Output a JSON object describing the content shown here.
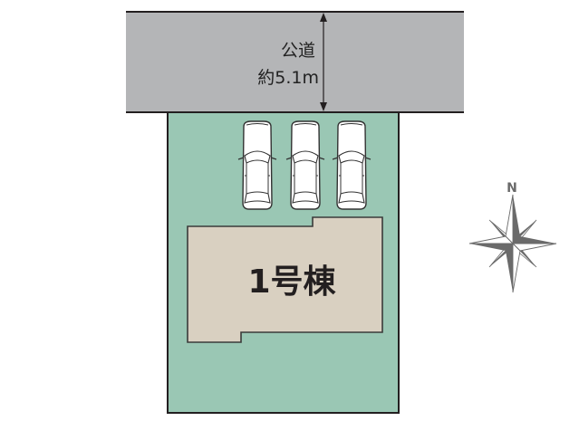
{
  "road": {
    "name": "公道",
    "width_label": "約5.1m"
  },
  "building": {
    "label": "1号棟"
  },
  "parking": {
    "car_count": 3
  },
  "compass": {
    "north_label": "N"
  },
  "colors": {
    "road": "#b4b5b7",
    "lot": "#9ac7b4",
    "building": "#d9d0c1",
    "outline": "#231f20",
    "compass": "#6a6a6a"
  }
}
